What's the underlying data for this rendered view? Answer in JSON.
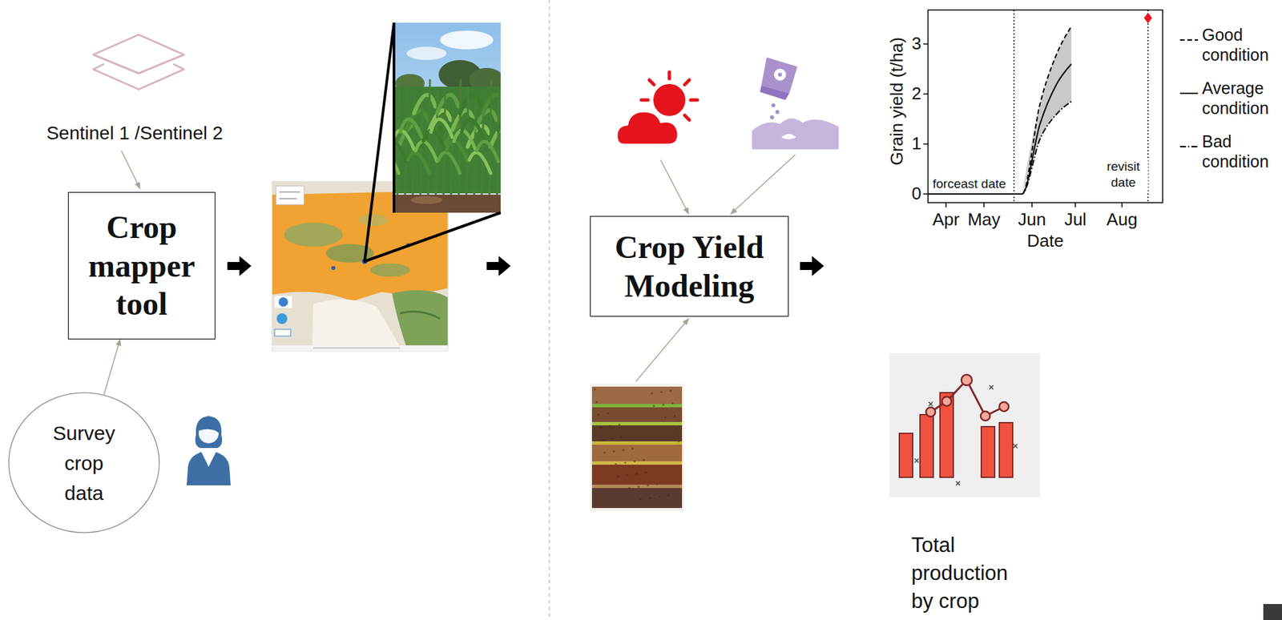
{
  "diagram": {
    "nodes": [
      {
        "text": [
          "Crop mapper tool"
        ]
      },
      {
        "text": [
          "Survey crop data"
        ]
      },
      {
        "text": [
          "Crop Yield Modeling"
        ]
      }
    ],
    "edges": [
      {
        "from": 1,
        "to": 0,
        "arrow": "to"
      }
    ],
    "labels": [
      "Sentinel 1 /Sentinel 2",
      "Grain yield (t/ha)",
      "0",
      "1",
      "2",
      "3",
      "Apr",
      "May",
      "Jun",
      "Jul",
      "Aug",
      "Date",
      "forceast date",
      "revisit date",
      "Total production by crop"
    ],
    "legend": [
      {
        "text": "Good condition"
      },
      {
        "text": "Average condition"
      },
      {
        "text": "Bad condition"
      }
    ]
  }
}
